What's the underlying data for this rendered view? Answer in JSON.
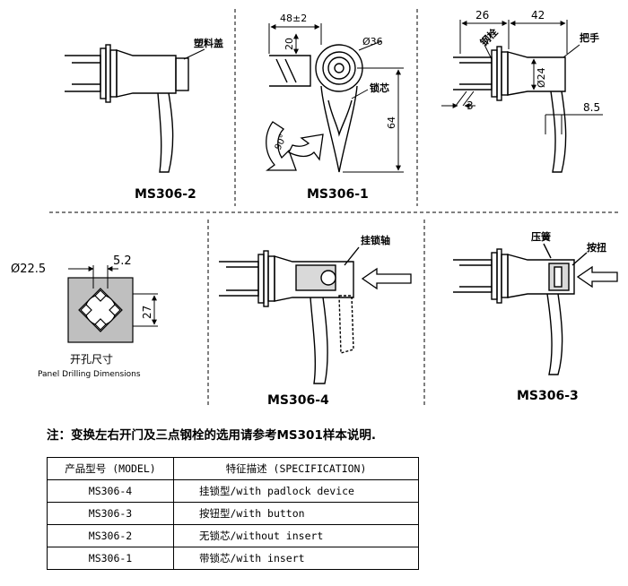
{
  "drawings": {
    "ms306_2": {
      "model": "MS306-2",
      "callouts": [
        "塑料盖"
      ]
    },
    "ms306_1": {
      "model": "MS306-1",
      "dims": [
        "48±2",
        "20",
        "Ø36",
        "64"
      ],
      "callouts": [
        "锁芯"
      ],
      "rotation": "90°"
    },
    "top_right": {
      "dims": [
        "26",
        "42",
        "Ø24",
        "3",
        "8.5"
      ],
      "callouts": [
        "钢栓",
        "把手"
      ]
    },
    "panel": {
      "dims": [
        "Ø22.5",
        "5.2",
        "27"
      ],
      "title_cn": "开孔尺寸",
      "title_en": "Panel Drilling Dimensions"
    },
    "ms306_4": {
      "model": "MS306-4",
      "callouts": [
        "挂锁轴"
      ]
    },
    "ms306_3": {
      "model": "MS306-3",
      "callouts": [
        "压簧",
        "按扭"
      ]
    }
  },
  "note": "注：变换左右开门及三点钢栓的选用请参考MS301样本说明.",
  "table": {
    "headers": [
      "产品型号 (MODEL)",
      "特征描述 (SPECIFICATION)"
    ],
    "rows": [
      {
        "model": "MS306-4",
        "spec": "挂锁型/with padlock device"
      },
      {
        "model": "MS306-3",
        "spec": "按钮型/with button"
      },
      {
        "model": "MS306-2",
        "spec": "无锁芯/without insert"
      },
      {
        "model": "MS306-1",
        "spec": "带锁芯/with insert"
      }
    ]
  }
}
